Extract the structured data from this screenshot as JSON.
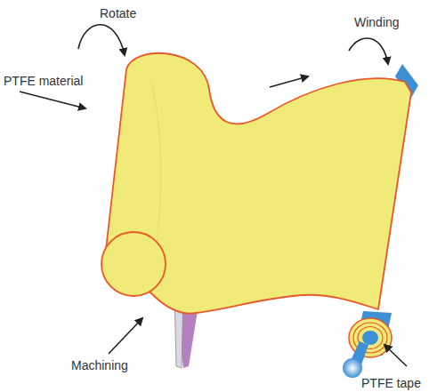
{
  "diagram": {
    "labels": [
      "Rotate",
      "Winding",
      "PTFE material",
      "Machining",
      "PTFE tape"
    ]
  }
}
